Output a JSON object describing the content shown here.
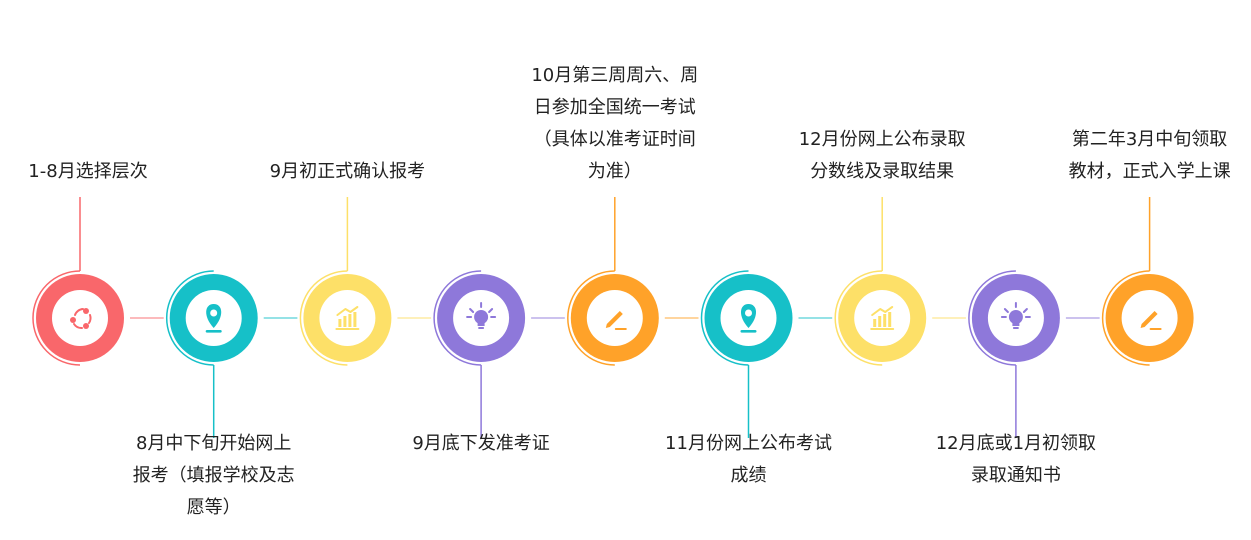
{
  "timeline": {
    "steps": [
      {
        "label": "1-8月选择层次",
        "position": "top",
        "color": "#f9676b",
        "icon": "share-icon"
      },
      {
        "label": "8月中下旬开始网上报考（填报学校及志愿等）",
        "position": "bottom",
        "color": "#16c0c8",
        "icon": "location-pin-icon"
      },
      {
        "label": "9月初正式确认报考",
        "position": "top",
        "color": "#fde068",
        "icon": "chart-icon"
      },
      {
        "label": "9月底下发准考证",
        "position": "bottom",
        "color": "#8e78da",
        "icon": "lightbulb-icon"
      },
      {
        "label": "10月第三周周六、周日参加全国统一考试（具体以准考证时间为准）",
        "position": "top",
        "color": "#ffa229",
        "icon": "pencil-icon"
      },
      {
        "label": "11月份网上公布考试成绩",
        "position": "bottom",
        "color": "#16c0c8",
        "icon": "location-pin-icon"
      },
      {
        "label": "12月份网上公布录取分数线及录取结果",
        "position": "top",
        "color": "#fde068",
        "icon": "chart-icon"
      },
      {
        "label": "12月底或1月初领取录取通知书",
        "position": "bottom",
        "color": "#8e78da",
        "icon": "lightbulb-icon"
      },
      {
        "label": "第二年3月中旬领取教材，正式入学上课",
        "position": "top",
        "color": "#ffa229",
        "icon": "pencil-icon"
      }
    ]
  }
}
